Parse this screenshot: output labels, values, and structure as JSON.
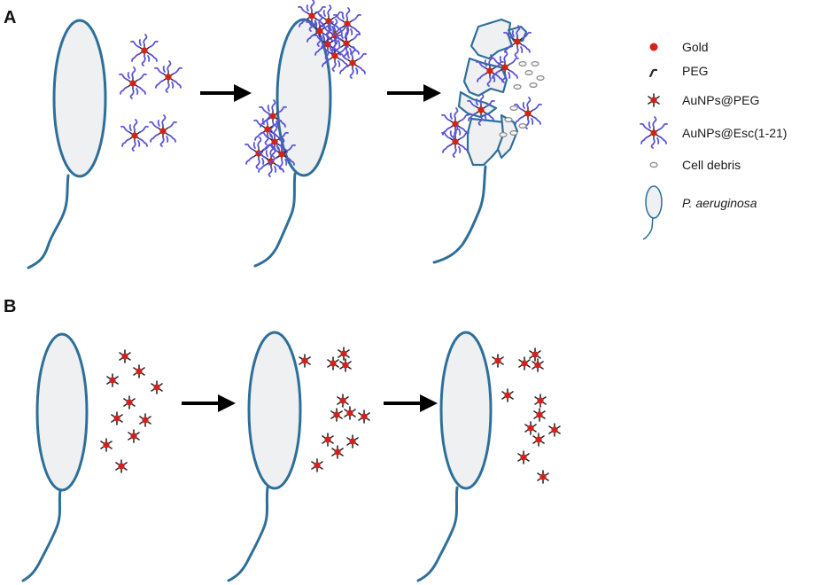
{
  "panels": [
    {
      "label": "A"
    },
    {
      "label": "B"
    }
  ],
  "legend": {
    "items": [
      {
        "label": "Gold",
        "icon": "gold-dot-icon"
      },
      {
        "label": "PEG",
        "icon": "peg-chain-icon"
      },
      {
        "label": "AuNPs@PEG",
        "icon": "aunp-peg-icon"
      },
      {
        "label": "AuNPs@Esc(1-21)",
        "icon": "aunp-esc-icon"
      },
      {
        "label": "Cell debris",
        "icon": "cell-debris-icon"
      },
      {
        "label": "P. aeruginosa",
        "icon": "bacterium-icon",
        "italic": true
      }
    ]
  },
  "colors": {
    "cell_outline": "#2e6f9a",
    "cell_fill": "#eef0f2",
    "gold": "#d4211c",
    "peg": "#2a2a2a",
    "esc_peptide": "#5b55d6",
    "debris": "#888888",
    "arrow": "#000000"
  }
}
